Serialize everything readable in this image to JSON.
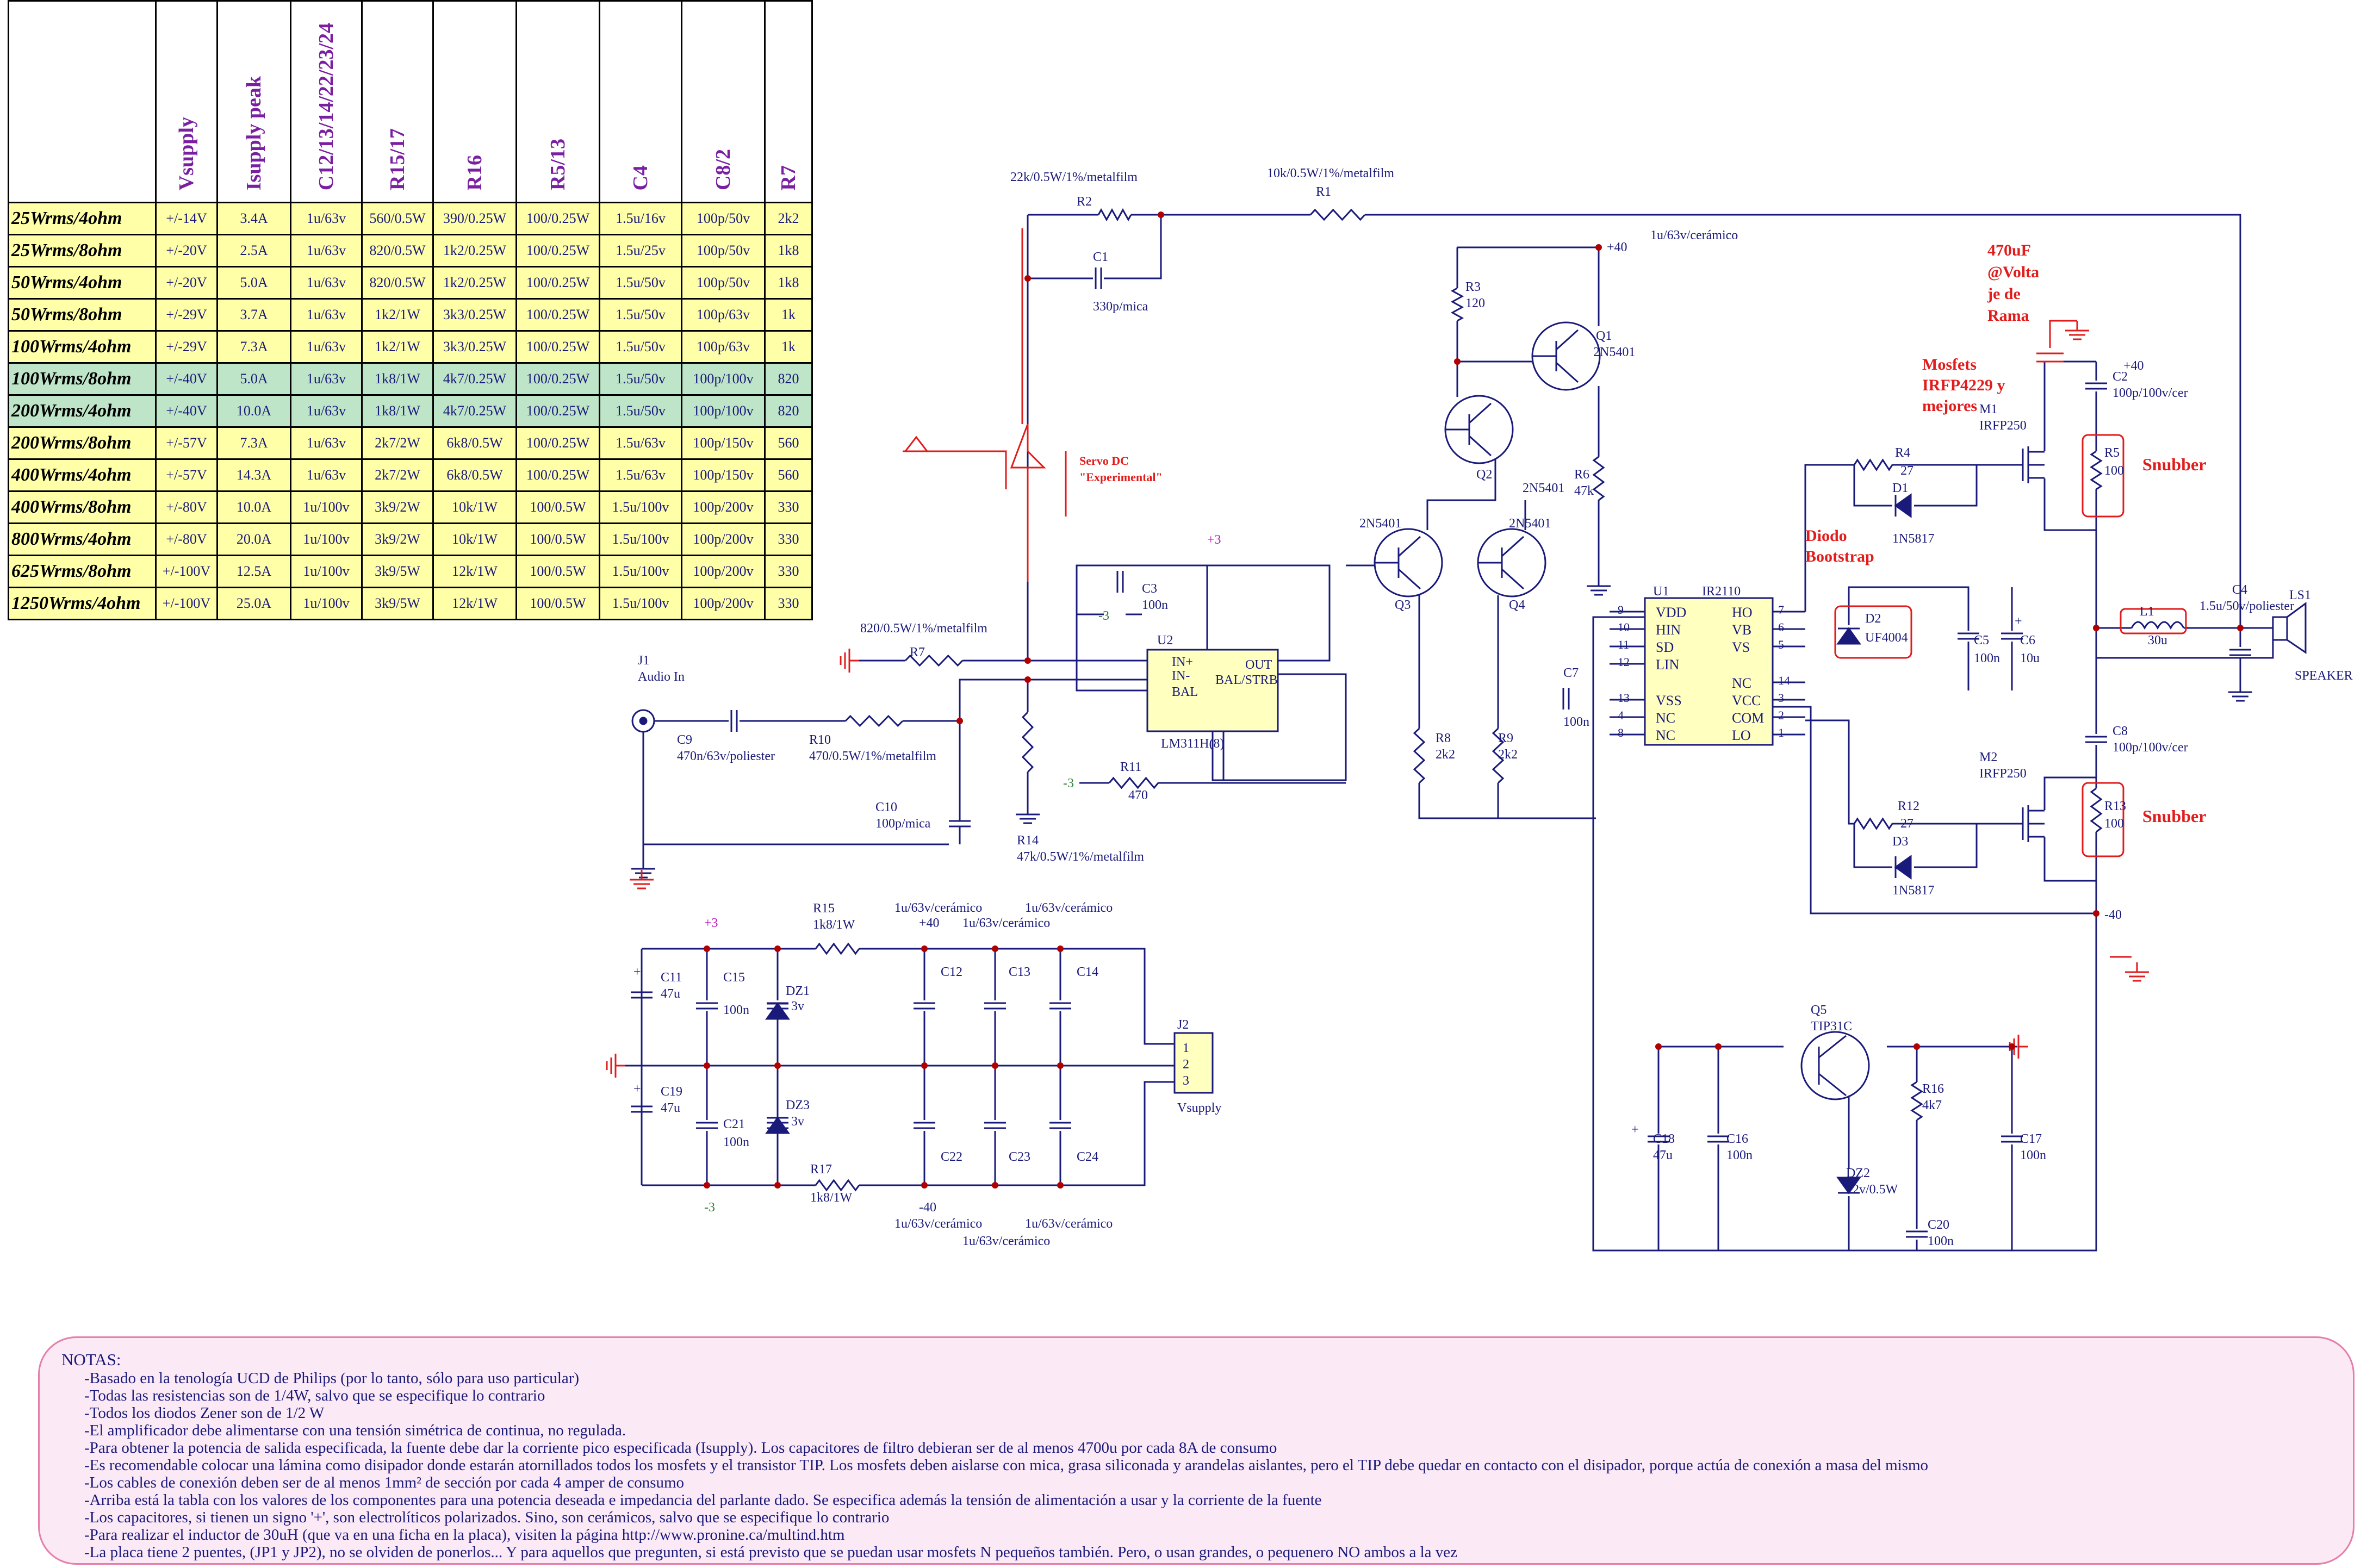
{
  "table": {
    "headers": [
      "Vsupply",
      "Isupply peak",
      "C12/13/14/22/23/24",
      "R15/17",
      "R16",
      "R5/13",
      "C4",
      "C8/2",
      "R7"
    ],
    "rows": [
      {
        "label": "25Wrms/4ohm",
        "cells": [
          "+/-14V",
          "3.4A",
          "1u/63v",
          "560/0.5W",
          "390/0.25W",
          "100/0.25W",
          "1.5u/16v",
          "100p/50v",
          "2k2"
        ],
        "color": "yellow"
      },
      {
        "label": "25Wrms/8ohm",
        "cells": [
          "+/-20V",
          "2.5A",
          "1u/63v",
          "820/0.5W",
          "1k2/0.25W",
          "100/0.25W",
          "1.5u/25v",
          "100p/50v",
          "1k8"
        ],
        "color": "yellow"
      },
      {
        "label": "50Wrms/4ohm",
        "cells": [
          "+/-20V",
          "5.0A",
          "1u/63v",
          "820/0.5W",
          "1k2/0.25W",
          "100/0.25W",
          "1.5u/50v",
          "100p/50v",
          "1k8"
        ],
        "color": "yellow"
      },
      {
        "label": "50Wrms/8ohm",
        "cells": [
          "+/-29V",
          "3.7A",
          "1u/63v",
          "1k2/1W",
          "3k3/0.25W",
          "100/0.25W",
          "1.5u/50v",
          "100p/63v",
          "1k"
        ],
        "color": "yellow"
      },
      {
        "label": "100Wrms/4ohm",
        "cells": [
          "+/-29V",
          "7.3A",
          "1u/63v",
          "1k2/1W",
          "3k3/0.25W",
          "100/0.25W",
          "1.5u/50v",
          "100p/63v",
          "1k"
        ],
        "color": "yellow"
      },
      {
        "label": "100Wrms/8ohm",
        "cells": [
          "+/-40V",
          "5.0A",
          "1u/63v",
          "1k8/1W",
          "4k7/0.25W",
          "100/0.25W",
          "1.5u/50v",
          "100p/100v",
          "820"
        ],
        "color": "green"
      },
      {
        "label": "200Wrms/4ohm",
        "cells": [
          "+/-40V",
          "10.0A",
          "1u/63v",
          "1k8/1W",
          "4k7/0.25W",
          "100/0.25W",
          "1.5u/50v",
          "100p/100v",
          "820"
        ],
        "color": "green"
      },
      {
        "label": "200Wrms/8ohm",
        "cells": [
          "+/-57V",
          "7.3A",
          "1u/63v",
          "2k7/2W",
          "6k8/0.5W",
          "100/0.25W",
          "1.5u/63v",
          "100p/150v",
          "560"
        ],
        "color": "yellow"
      },
      {
        "label": "400Wrms/4ohm",
        "cells": [
          "+/-57V",
          "14.3A",
          "1u/63v",
          "2k7/2W",
          "6k8/0.5W",
          "100/0.25W",
          "1.5u/63v",
          "100p/150v",
          "560"
        ],
        "color": "yellow"
      },
      {
        "label": "400Wrms/8ohm",
        "cells": [
          "+/-80V",
          "10.0A",
          "1u/100v",
          "3k9/2W",
          "10k/1W",
          "100/0.5W",
          "1.5u/100v",
          "100p/200v",
          "330"
        ],
        "color": "yellow"
      },
      {
        "label": "800Wrms/4ohm",
        "cells": [
          "+/-80V",
          "20.0A",
          "1u/100v",
          "3k9/2W",
          "10k/1W",
          "100/0.5W",
          "1.5u/100v",
          "100p/200v",
          "330"
        ],
        "color": "yellow"
      },
      {
        "label": "625Wrms/8ohm",
        "cells": [
          "+/-100V",
          "12.5A",
          "1u/100v",
          "3k9/5W",
          "12k/1W",
          "100/0.5W",
          "1.5u/100v",
          "100p/200v",
          "330"
        ],
        "color": "yellow"
      },
      {
        "label": "1250Wrms/4ohm",
        "cells": [
          "+/-100V",
          "25.0A",
          "1u/100v",
          "3k9/5W",
          "12k/1W",
          "100/0.5W",
          "1.5u/100v",
          "100p/200v",
          "330"
        ],
        "color": "yellow"
      }
    ]
  },
  "schematic": {
    "labels": {
      "R2": "R2",
      "R2_val": "22k/0.5W/1%/metalfilm",
      "R1": "R1",
      "R1_val": "10k/0.5W/1%/metalfilm",
      "C1": "C1",
      "C1_val": "330p/mica",
      "vplus40": "+40",
      "vminus40": "-40",
      "top_cap": "1u/63v/cerámico",
      "R3": "R3",
      "R3_val": "120",
      "Q1": "Q1",
      "Q1_val": "2N5401",
      "Q2": "Q2",
      "Q2_val": "2N5401",
      "R6": "R6",
      "R6_val": "47k",
      "Q3": "Q3",
      "Q3_val": "2N5401",
      "Q4": "Q4",
      "Q4_val": "2N5401",
      "R8": "R8",
      "R8_val": "2k2",
      "R9": "R9",
      "R9_val": "2k2",
      "J1": "J1",
      "J1_val": "Audio In",
      "C9": "C9",
      "C9_val": "470n/63v/poliester",
      "R10": "R10",
      "R10_val": "470/0.5W/1%/metalfilm",
      "C10": "C10",
      "C10_val": "100p/mica",
      "R7": "R7",
      "R7_val": "820/0.5W/1%/metalfilm",
      "R14": "R14",
      "R14_val": "47k/0.5W/1%/metalfilm",
      "C3": "C3",
      "C3_val": "100n",
      "U2": "U2",
      "U2_val": "LM311H(8)",
      "U2_in_plus": "IN+",
      "U2_in_minus": "IN-",
      "U2_bal": "BAL",
      "U2_balstrb": "BAL/STRB",
      "U2_out": "OUT",
      "R11": "R11",
      "R11_val": "470",
      "p3": "+3",
      "m3": "-3",
      "U1": "U1",
      "U1_val": "IR2110",
      "U1_pins_left": [
        "VDD",
        "HIN",
        "SD",
        "LIN",
        "VSS",
        "NC",
        "NC"
      ],
      "U1_pins_right": [
        "HO",
        "VB",
        "VS",
        "NC",
        "VCC",
        "COM",
        "LO"
      ],
      "U1_nums_left": [
        "9",
        "10",
        "11",
        "12",
        "13",
        "4",
        "8"
      ],
      "U1_nums_right": [
        "7",
        "6",
        "5",
        "14",
        "3",
        "2",
        "1"
      ],
      "C7": "C7",
      "C7_val": "100n",
      "D2": "D2",
      "D2_val": "UF4004",
      "C5": "C5",
      "C5_val": "100n",
      "C6": "C6",
      "C6_val": "10u",
      "R4": "R4",
      "R4_val": "27",
      "D1": "D1",
      "D1_val": "1N5817",
      "R12": "R12",
      "R12_val": "27",
      "D3": "D3",
      "D3_val": "1N5817",
      "M1": "M1",
      "M1_val": "IRFP250",
      "M2": "M2",
      "M2_val": "IRFP250",
      "C2": "C2",
      "C2_val": "100p/100v/cer",
      "C8": "C8",
      "C8_val": "100p/100v/cer",
      "R5": "R5",
      "R5_val": "100",
      "R13": "R13",
      "R13_val": "100",
      "L1": "L1",
      "L1_val": "30u",
      "C4": "C4",
      "C4_val": "1.5u/50v/poliester",
      "LS1": "LS1",
      "LS1_val": "SPEAKER",
      "R15": "R15",
      "R15_val": "1k8/1W",
      "R17": "R17",
      "R17_val": "1k8/1W",
      "C11": "C11",
      "C11_val": "47u",
      "C19": "C19",
      "C19_val": "47u",
      "C15": "C15",
      "C15_val": "100n",
      "C21": "C21",
      "C21_val": "100n",
      "DZ1": "DZ1",
      "DZ1_val": "3v",
      "DZ3": "DZ3",
      "DZ3_val": "3v",
      "C12": "C12",
      "C13": "C13",
      "C14": "C14",
      "C22": "C22",
      "C23": "C23",
      "C24": "C24",
      "J2": "J2",
      "J2_val": "Vsupply",
      "J2_pins": [
        "1",
        "2",
        "3"
      ],
      "Q5": "Q5",
      "Q5_val": "TIP31C",
      "R16": "R16",
      "R16_val": "4k7",
      "C18": "C18",
      "C18_val": "47u",
      "C16": "C16",
      "C16_val": "100n",
      "C17": "C17",
      "C17_val": "100n",
      "DZ2": "DZ2",
      "DZ2_val": "12v/0.5W",
      "C20": "C20",
      "C20_val": "100n",
      "plus_sign": "+"
    },
    "annotations": {
      "servo": "Servo DC",
      "servo2": "\"Experimental\"",
      "mosfets1": "Mosfets",
      "mosfets2": "IRFP4229 y",
      "mosfets3": "mejores",
      "cap470_1": "470uF",
      "cap470_2": "@Volta",
      "cap470_3": "je de",
      "cap470_4": "Rama",
      "snubber": "Snubber",
      "diodo1": "Diodo",
      "diodo2": "Bootstrap"
    },
    "colors": {
      "wire": "#1a1a7a",
      "junction": "#b00000",
      "red": "#e21b1b",
      "ground_red": "#c62828",
      "green": "#2e7d32",
      "magenta": "#c218c2",
      "text": "#1a1a7a"
    }
  },
  "notes": {
    "title": "NOTAS:",
    "lines": [
      "-Basado en la tenología UCD de Philips (por lo tanto, sólo para uso particular)",
      "-Todas las resistencias son de 1/4W, salvo que se especifique lo contrario",
      "-Todos los diodos Zener son de 1/2 W",
      "-El amplificador debe alimentarse con una tensión simétrica de continua, no regulada.",
      "-Para obtener la potencia de salida especificada, la fuente debe dar la corriente pico especificada (Isupply). Los capacitores de filtro debieran ser de al menos 4700u por cada 8A de consumo",
      "-Es recomendable colocar una lámina como disipador donde estarán atornillados todos los mosfets y el transistor TIP. Los mosfets deben aislarse con mica, grasa siliconada y arandelas aislantes, pero el TIP debe quedar en contacto con el disipador, porque actúa de conexión a masa del mismo",
      "-Los cables de conexión deben ser de al menos 1mm² de sección por cada 4 amper de consumo",
      "-Arriba está la tabla con los valores de los componentes para una potencia deseada e impedancia del parlante dado. Se especifica además la tensión de alimentación a usar y la corriente de la fuente",
      "-Los capacitores, si tienen un signo '+', son electrolíticos polarizados. Sino, son cerámicos, salvo que se especifique lo contrario",
      "-Para realizar el inductor de 30uH (que va en una ficha en la placa), visiten la página http://www.pronine.ca/multind.htm",
      "-La placa tiene 2 puentes, (JP1 y JP2), no se olviden de ponerlos... Y para aquellos que pregunten, si está previsto que se puedan usar mosfets N pequeños también. Pero, o usan grandes, o pequenero NO ambos a la vez"
    ]
  }
}
